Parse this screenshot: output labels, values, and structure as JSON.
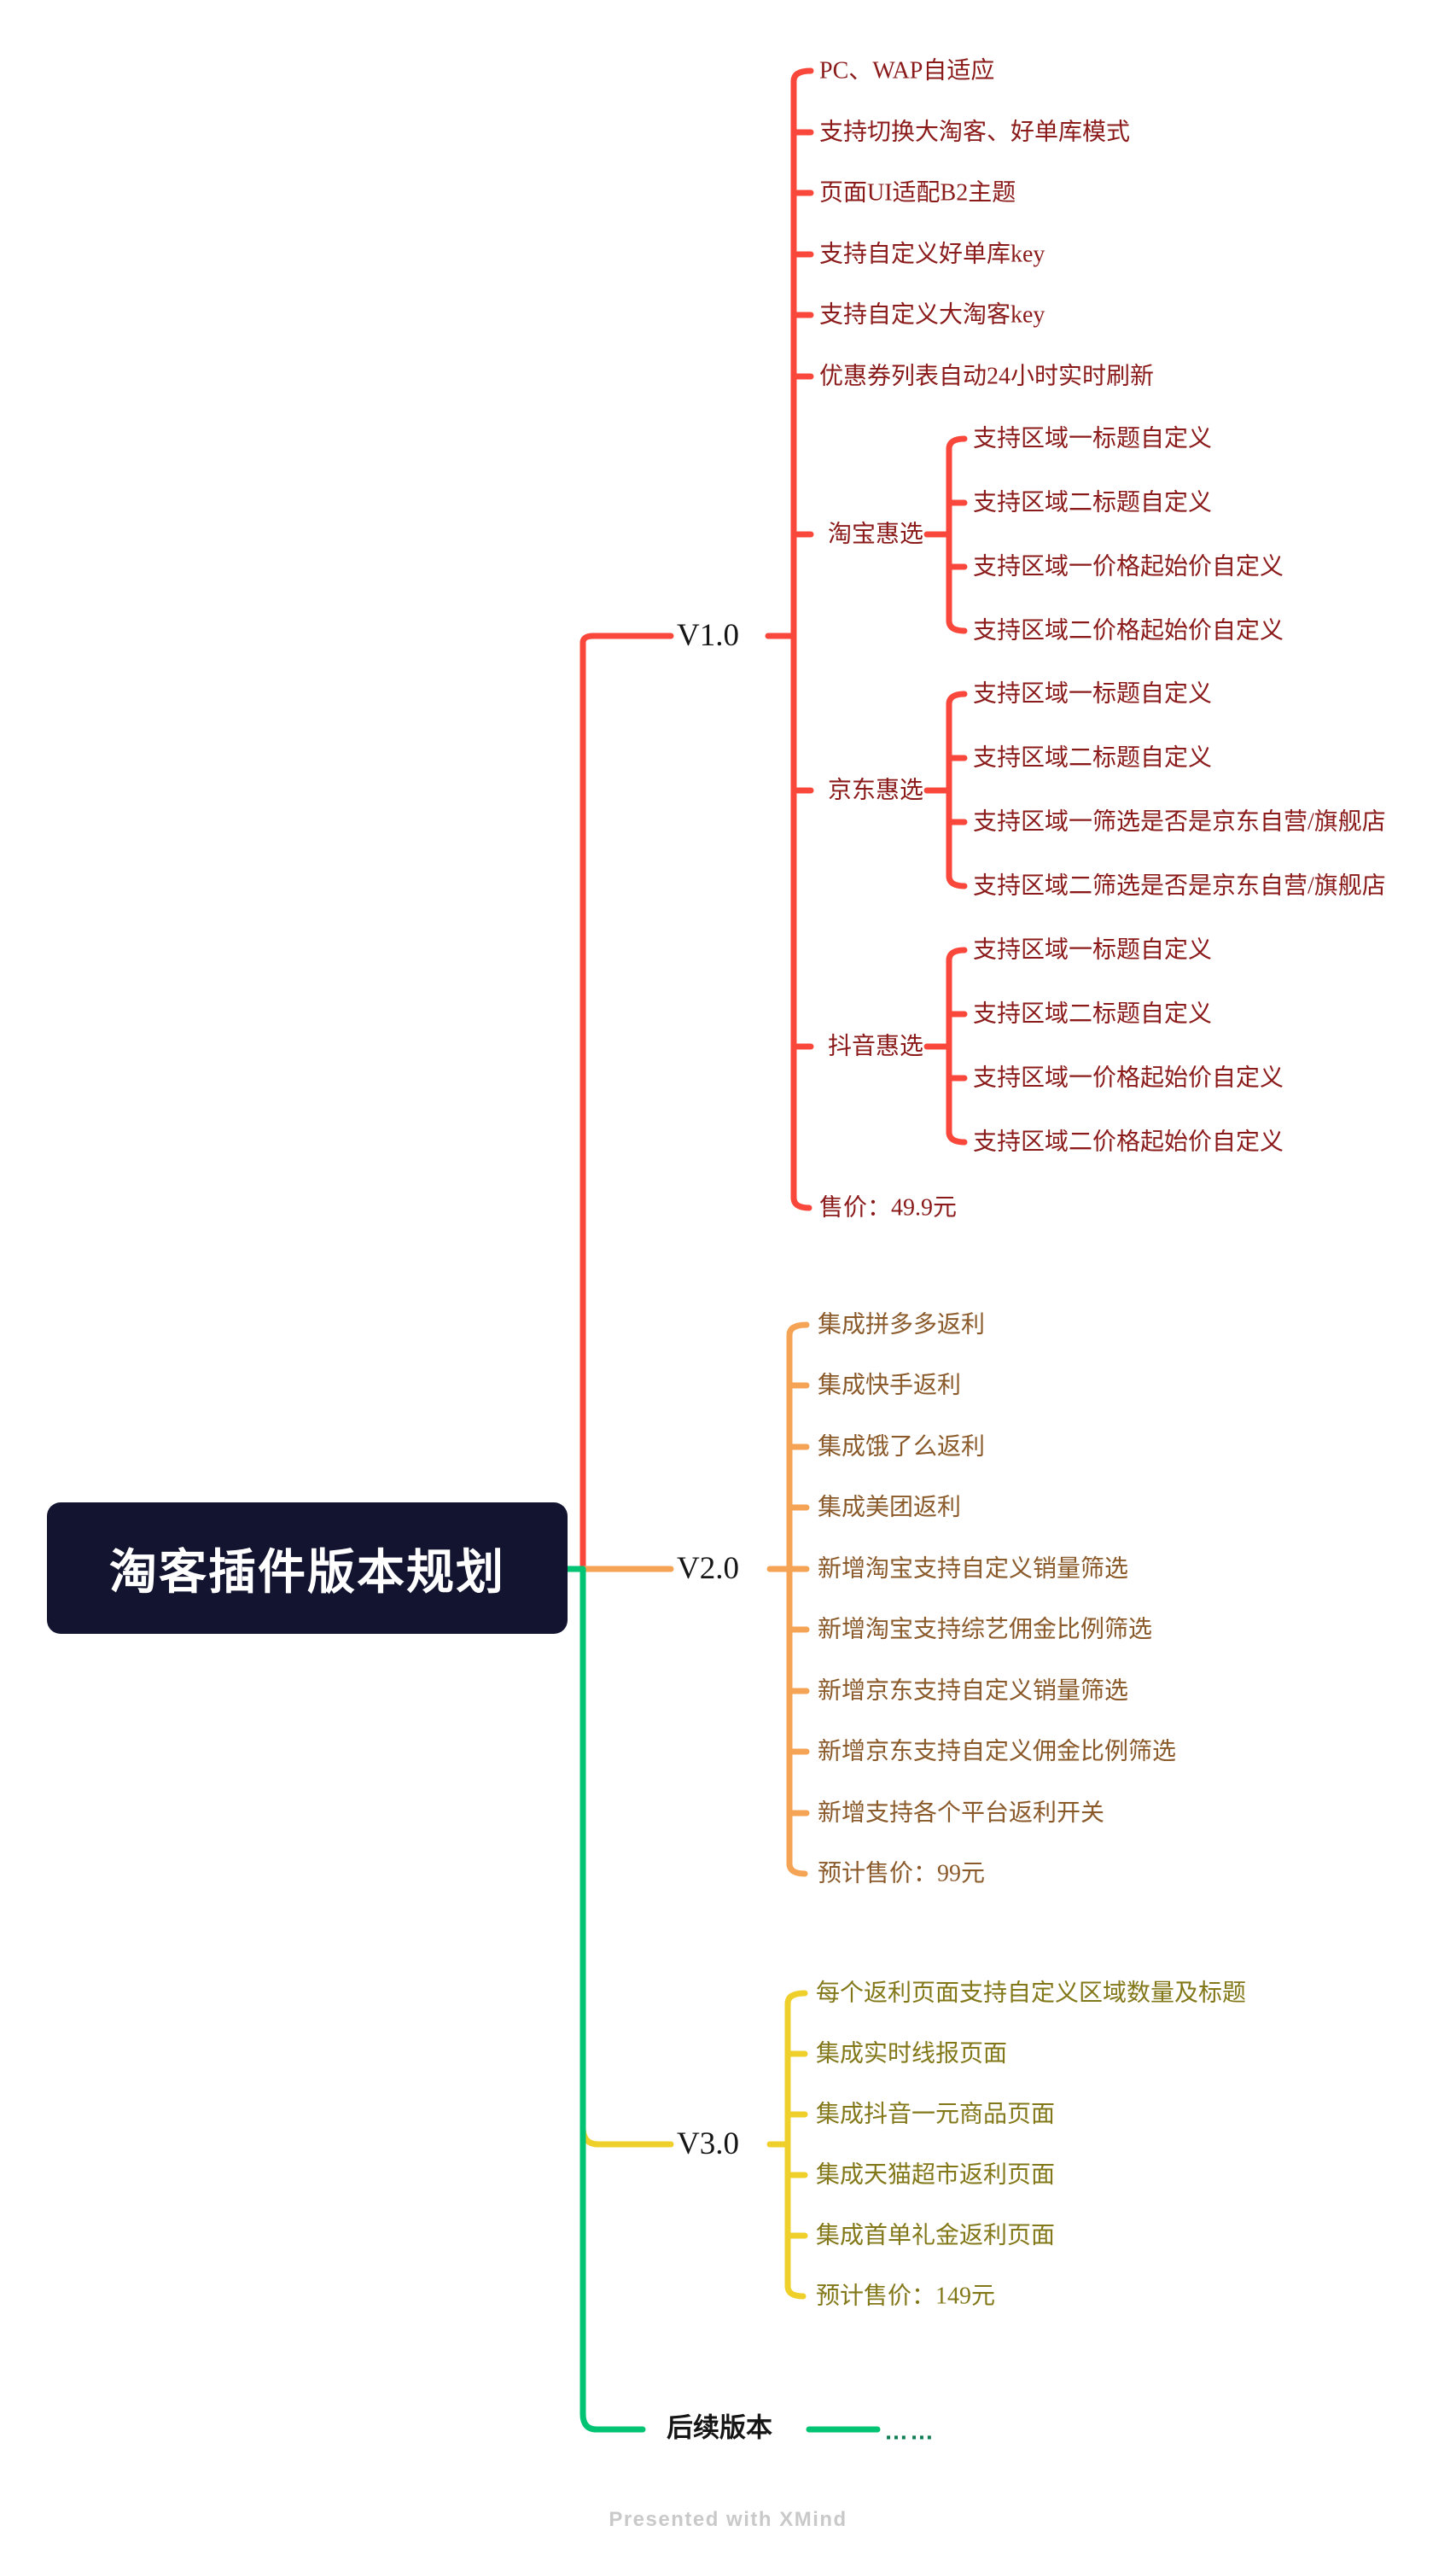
{
  "central": {
    "label": "淘客插件版本规划"
  },
  "v1": {
    "label": "V1.0",
    "items": [
      "PC、WAP自适应",
      "支持切换大淘客、好单库模式",
      "页面UI适配B2主题",
      "支持自定义好单库key",
      "支持自定义大淘客key",
      "优惠券列表自动24小时实时刷新"
    ],
    "taobao": {
      "label": "淘宝惠选",
      "items": [
        "支持区域一标题自定义",
        "支持区域二标题自定义",
        "支持区域一价格起始价自定义",
        "支持区域二价格起始价自定义"
      ]
    },
    "jd": {
      "label": "京东惠选",
      "items": [
        "支持区域一标题自定义",
        "支持区域二标题自定义",
        "支持区域一筛选是否是京东自营/旗舰店",
        "支持区域二筛选是否是京东自营/旗舰店"
      ]
    },
    "douyin": {
      "label": "抖音惠选",
      "items": [
        "支持区域一标题自定义",
        "支持区域二标题自定义",
        "支持区域一价格起始价自定义",
        "支持区域二价格起始价自定义"
      ]
    },
    "price": "售价：49.9元"
  },
  "v2": {
    "label": "V2.0",
    "items": [
      "集成拼多多返利",
      "集成快手返利",
      "集成饿了么返利",
      "集成美团返利",
      "新增淘宝支持自定义销量筛选",
      "新增淘宝支持综艺佣金比例筛选",
      "新增京东支持自定义销量筛选",
      "新增京东支持自定义佣金比例筛选",
      "新增支持各个平台返利开关",
      "预计售价：99元"
    ]
  },
  "v3": {
    "label": "V3.0",
    "items": [
      "每个返利页面支持自定义区域数量及标题",
      "集成实时线报页面",
      "集成抖音一元商品页面",
      "集成天猫超市返利页面",
      "集成首单礼金返利页面",
      "预计售价：149元"
    ]
  },
  "next": {
    "label": "后续版本",
    "child": "……"
  },
  "footer": {
    "label": "Presented with XMind"
  },
  "colors": {
    "v1_line": "#F9483B",
    "v1_text": "#8B1A1A",
    "v2_line": "#F5A354",
    "v2_text": "#8B5A2B",
    "v3_line": "#EFD02B",
    "v3_text": "#837819",
    "next_line": "#00C473",
    "next_text": "#0E7D52",
    "central_bg": "#131530",
    "central_text": "#FFFFFF",
    "footer_text": "#C9C9C9"
  }
}
